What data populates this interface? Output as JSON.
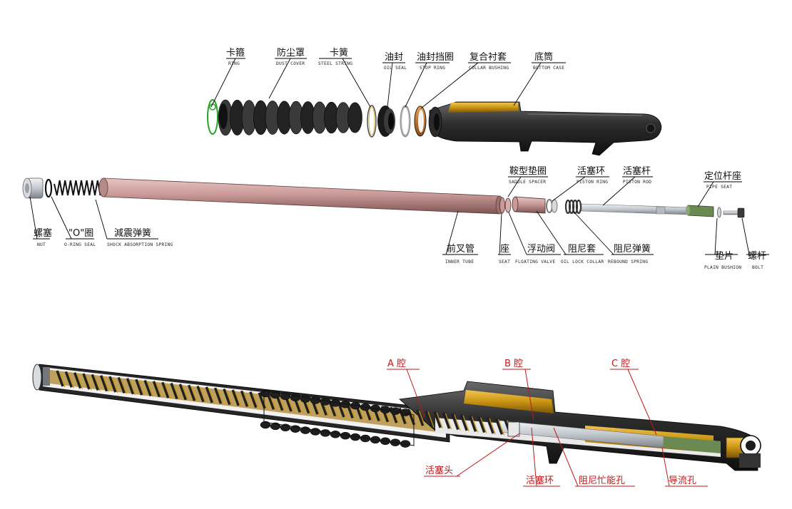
{
  "exploded_labels": [
    {
      "id": "ring",
      "zh": "卡箍",
      "en": "RING"
    },
    {
      "id": "dust-cover",
      "zh": "防尘罩",
      "en": "DUST COVER"
    },
    {
      "id": "steel-string",
      "zh": "卡簧",
      "en": "STEEL STRING"
    },
    {
      "id": "oil-seal",
      "zh": "油封",
      "en": "OIL SEAL"
    },
    {
      "id": "stop-ring",
      "zh": "油封挡圈",
      "en": "STOP RING"
    },
    {
      "id": "collar-bushing",
      "zh": "复合衬套",
      "en": "COLLAR BUSHING"
    },
    {
      "id": "bottom-case",
      "zh": "底筒",
      "en": "BOTTOM CASE"
    },
    {
      "id": "saddle-spacer",
      "zh": "鞍型垫圈",
      "en": "SADDLE SPACER"
    },
    {
      "id": "piston-ring",
      "zh": "活塞环",
      "en": "PISTON RING"
    },
    {
      "id": "piston-rod",
      "zh": "活塞杆",
      "en": "PISTON ROD"
    },
    {
      "id": "pipe-seat",
      "zh": "定位杆座",
      "en": "PIPE SEAT"
    },
    {
      "id": "nut",
      "zh": "螺塞",
      "en": "NUT"
    },
    {
      "id": "o-ring-seal",
      "zh": "\"O\"圈",
      "en": "O-RING SEAL"
    },
    {
      "id": "shock-spring",
      "zh": "減震弹簧",
      "en": "SHOCK ABSORPTION SPRING"
    },
    {
      "id": "inner-tube",
      "zh": "前叉管",
      "en": "INNER TUBE"
    },
    {
      "id": "seat",
      "zh": "座",
      "en": "SEAT"
    },
    {
      "id": "floating-valve",
      "zh": "浮动阀",
      "en": "FLOATING VALVE"
    },
    {
      "id": "oil-lock-collar",
      "zh": "阻尼套",
      "en": "OIL LOCK COLLAR"
    },
    {
      "id": "rebound-spring",
      "zh": "阻尼弹簧",
      "en": "REBOUND SPRING"
    },
    {
      "id": "plain-bushing",
      "zh": "垫片",
      "en": "PLAIN BUSHION"
    },
    {
      "id": "bolt",
      "zh": "螺杆",
      "en": "BOLT"
    }
  ],
  "section_labels": [
    {
      "id": "chamber-a",
      "text": "A 腔"
    },
    {
      "id": "chamber-b",
      "text": "B 腔"
    },
    {
      "id": "chamber-c",
      "text": "C 腔"
    },
    {
      "id": "piston-head",
      "text": "活塞头"
    },
    {
      "id": "piston-ring-2",
      "text": "活塞环"
    },
    {
      "id": "damping-hole",
      "text": "阻尼忙能孔"
    },
    {
      "id": "flow-hole",
      "text": "导流孔"
    }
  ],
  "colors": {
    "leader": "#000000",
    "section_leader": "#c0181c",
    "tube_pink": "#c99a98",
    "case_dark": "#2a2a2a",
    "brass": "#c99413",
    "silver": "#c8ccd0",
    "ring_green": "#27a327"
  }
}
